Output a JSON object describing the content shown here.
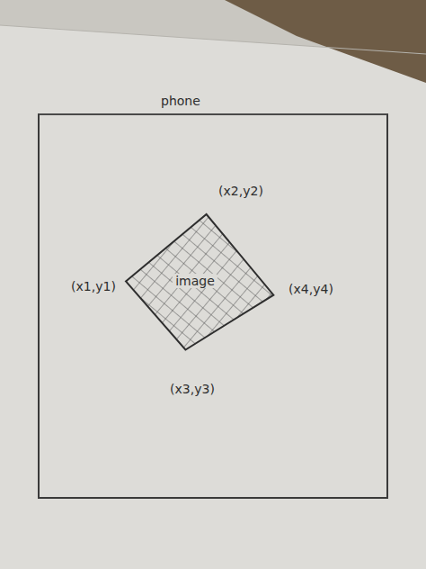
{
  "diagram": {
    "nodes": [
      {
        "text": [
          "phone"
        ]
      },
      {
        "text": [
          "image"
        ],
        "in": 0
      }
    ],
    "labels": [
      "(x2,y2)",
      "(x1,y1)",
      "(x4,y4)",
      "(x3,y3)"
    ]
  }
}
